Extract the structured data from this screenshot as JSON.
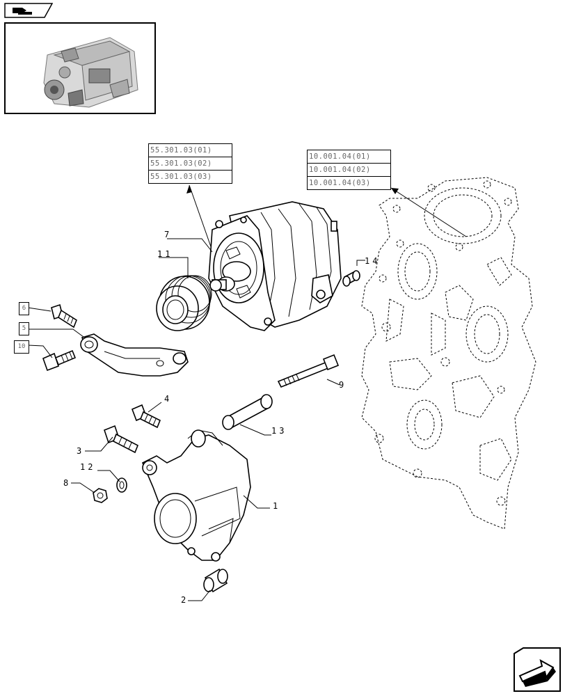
{
  "references_left": [
    "55.301.03(01)",
    "55.301.03(02)",
    "55.301.03(03)"
  ],
  "references_right": [
    "10.001.04(01)",
    "10.001.04(02)",
    "10.001.04(03)"
  ],
  "callouts": {
    "c1": "1",
    "c2": "2",
    "c3": "3",
    "c4": "4",
    "c6": "6",
    "c7": "7",
    "c8": "8",
    "c9": "9",
    "c10": "10",
    "c11": "11",
    "c12": "12",
    "c13": "13",
    "c14": "14",
    "c5": "5"
  },
  "icons": {
    "top_left": "book-arrow-icon",
    "bottom_right": "next-page-arrow-icon",
    "thumbnail": "engine-thumbnail"
  }
}
